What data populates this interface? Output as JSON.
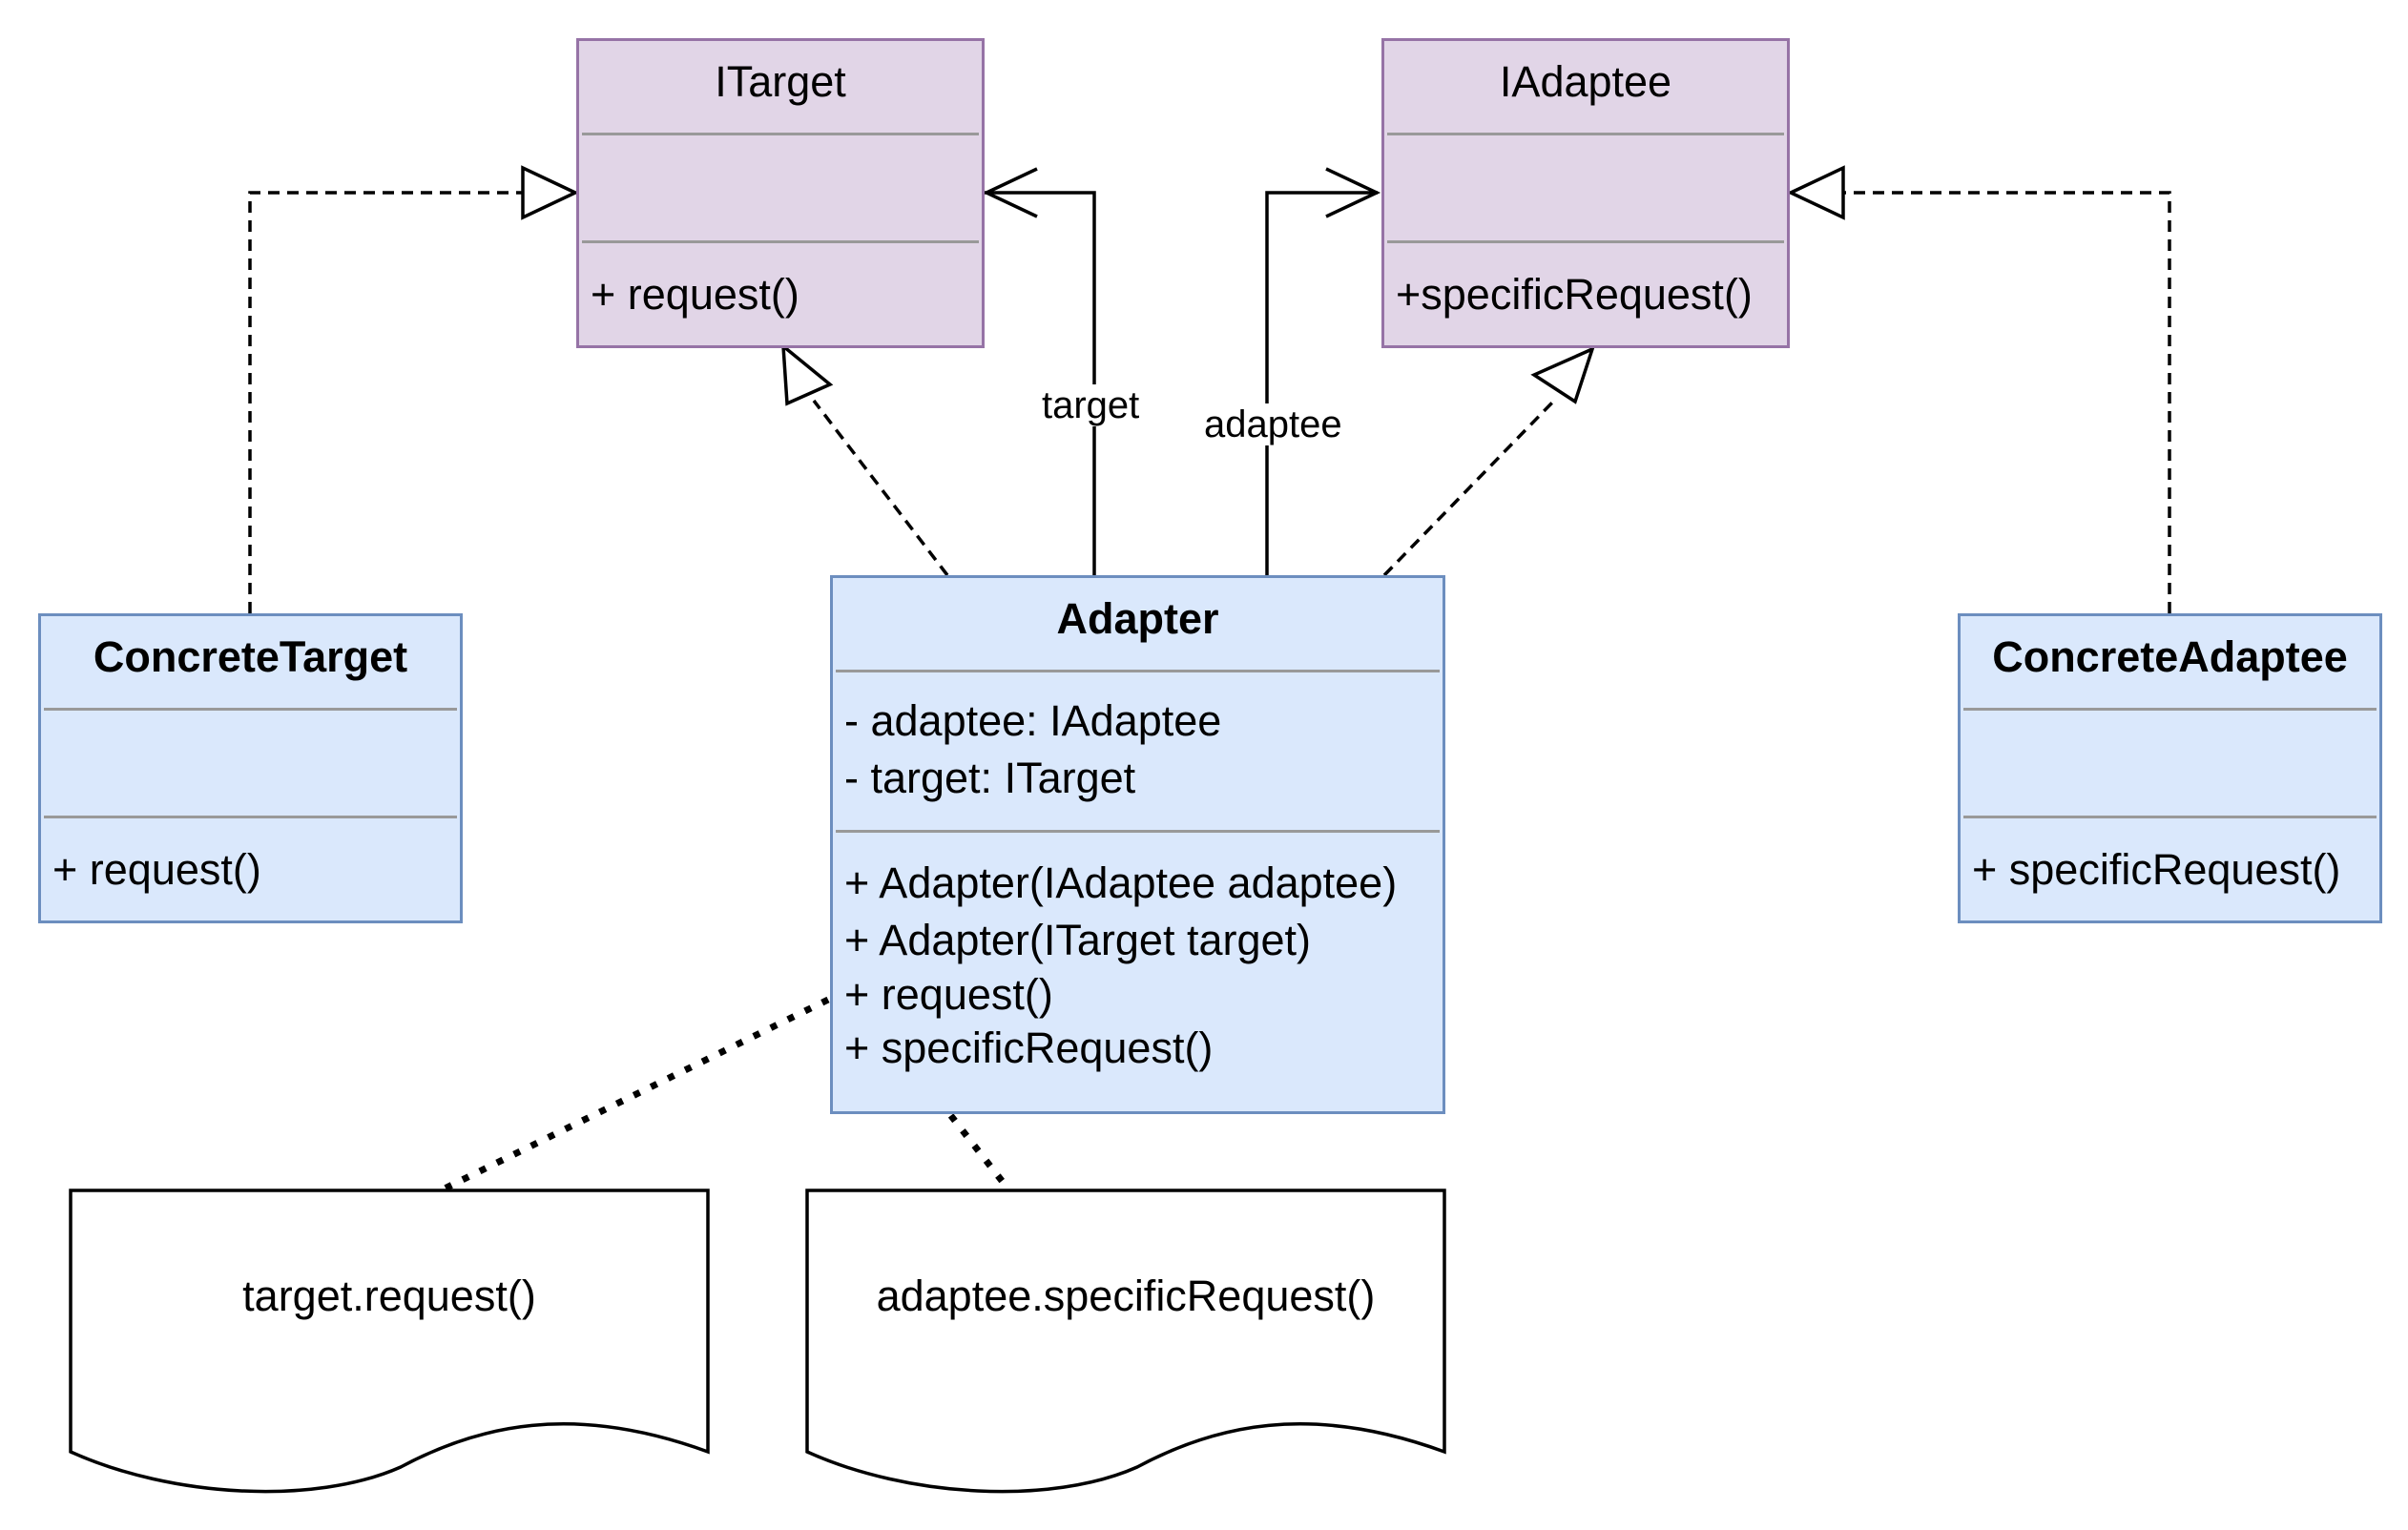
{
  "classes": {
    "itarget": {
      "name": "ITarget",
      "methods": [
        "+ request()"
      ]
    },
    "iadaptee": {
      "name": "IAdaptee",
      "methods": [
        "+specificRequest()"
      ]
    },
    "concrete_target": {
      "name": "ConcreteTarget",
      "methods": [
        "+ request()"
      ]
    },
    "adapter": {
      "name": "Adapter",
      "fields": [
        "- adaptee: IAdaptee",
        "- target: ITarget"
      ],
      "methods": [
        "+ Adapter(IAdaptee adaptee)",
        "+ Adapter(ITarget target)",
        "+ request()",
        "+ specificRequest()"
      ]
    },
    "concrete_adaptee": {
      "name": "ConcreteAdaptee",
      "methods": [
        "+ specificRequest()"
      ]
    }
  },
  "associations": {
    "target_label": "target",
    "adaptee_label": "adaptee"
  },
  "notes": {
    "request_note": "target.request()",
    "specific_note": "adaptee.specificRequest()"
  },
  "colors": {
    "interface_fill": "#e1d5e7",
    "interface_stroke": "#9673a6",
    "class_fill": "#dae8fc",
    "class_stroke": "#6c8ebf"
  }
}
